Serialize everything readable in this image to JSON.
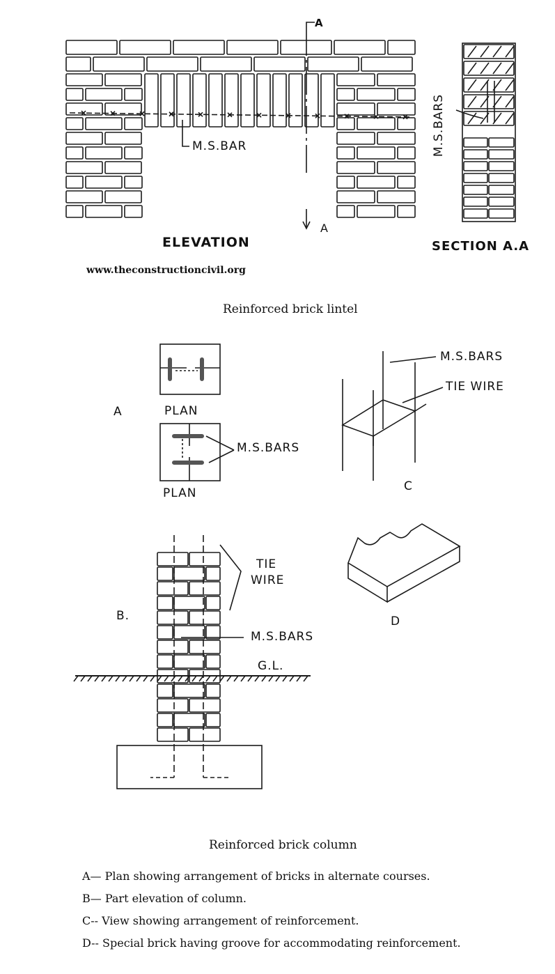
{
  "lintel": {
    "section_mark_top": "A",
    "section_mark_bottom": "A",
    "bar_label": "M.S.BAR",
    "elevation_label": "ELEVATION",
    "section_bars_label": "M.S.BARS",
    "section_label": "SECTION A.A",
    "website": "www.theconstructioncivil.org",
    "caption": "Reinforced brick lintel"
  },
  "column": {
    "plan_letter": "A",
    "plan_label_1": "PLAN",
    "plan_label_2": "PLAN",
    "plan_bars_label": "M.S.BARS",
    "cage_bars_label": "M.S.BARS",
    "cage_tie_label": "TIE WIRE",
    "cage_letter": "C",
    "elev_letter": "B.",
    "elev_tie_label_1": "TIE",
    "elev_tie_label_2": "WIRE",
    "elev_bars_label": "M.S.BARS",
    "ground_label": "G.L.",
    "brick_letter": "D",
    "caption": "Reinforced brick column"
  },
  "legend": [
    "A— Plan showing arrangement of bricks in alternate courses.",
    "B— Part elevation of column.",
    "C-- View showing arrangement of reinforcement.",
    "D-- Special brick having groove for accommodating reinforcement."
  ]
}
